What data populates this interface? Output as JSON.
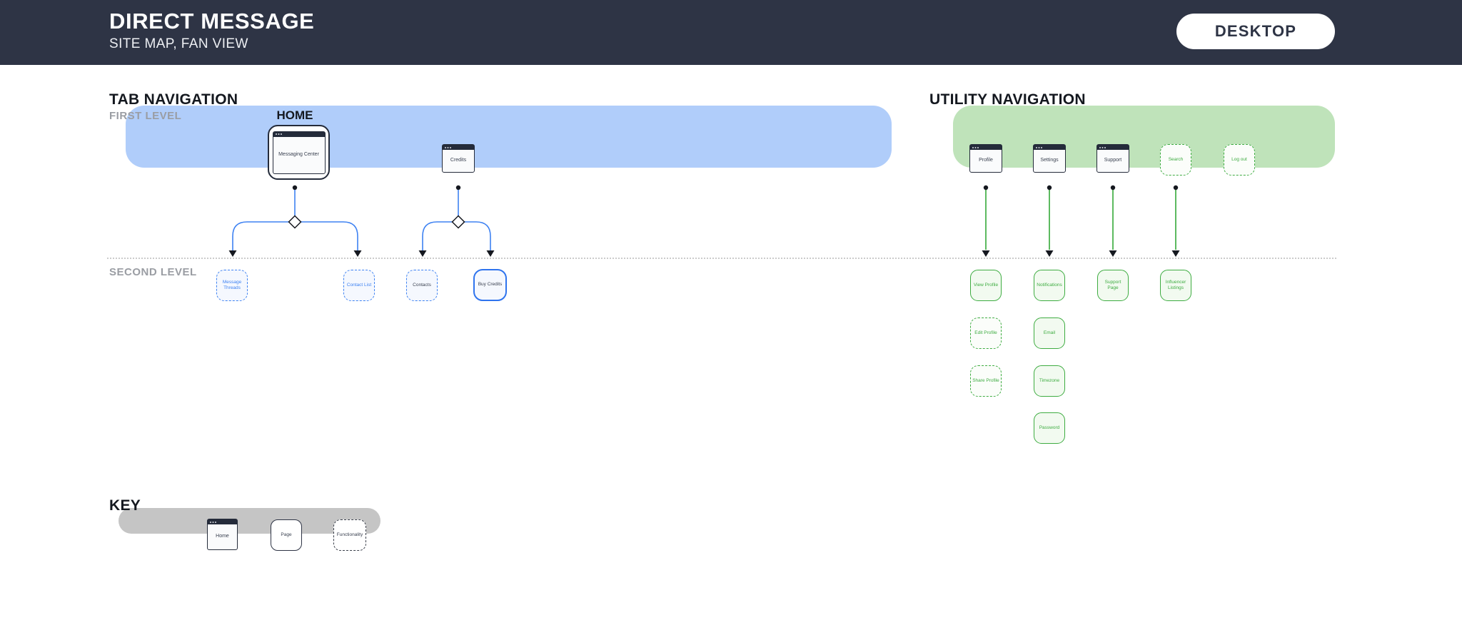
{
  "header": {
    "title": "DIRECT MESSAGE",
    "subtitle": "SITE MAP, FAN VIEW",
    "device_label": "DESKTOP"
  },
  "tab_navigation": {
    "heading": "TAB NAVIGATION",
    "first_level_label": "FIRST LEVEL",
    "second_level_label": "SECOND LEVEL",
    "home_label": "HOME",
    "home_page": "Messaging Center",
    "credits_label": "Credits",
    "second_level": [
      {
        "label": "Message Threads",
        "type": "functionality"
      },
      {
        "label": "Contact List",
        "type": "functionality"
      },
      {
        "label": "Contacts",
        "type": "functionality"
      },
      {
        "label": "Buy Credits",
        "type": "page"
      }
    ]
  },
  "utility_navigation": {
    "heading": "UTILITY NAVIGATION",
    "first_level": [
      {
        "label": "Profile",
        "type": "home"
      },
      {
        "label": "Settings",
        "type": "home"
      },
      {
        "label": "Support",
        "type": "home"
      },
      {
        "label": "Search",
        "type": "functionality"
      },
      {
        "label": "Log out",
        "type": "functionality"
      }
    ],
    "second_level": {
      "profile": [
        {
          "label": "View Profile",
          "type": "page"
        },
        {
          "label": "Edit Profile",
          "type": "functionality"
        },
        {
          "label": "Share Profile",
          "type": "functionality"
        }
      ],
      "settings": [
        {
          "label": "Notifications",
          "type": "page"
        },
        {
          "label": "Email",
          "type": "page"
        },
        {
          "label": "Timezone",
          "type": "page"
        },
        {
          "label": "Password",
          "type": "page"
        }
      ],
      "support": [
        {
          "label": "Support Page",
          "type": "page"
        }
      ],
      "search": [
        {
          "label": "Influencer Listings",
          "type": "page"
        }
      ]
    }
  },
  "key": {
    "heading": "KEY",
    "home": "Home",
    "page": "Page",
    "functionality": "Functionality"
  },
  "colors": {
    "header_bg": "#2E3445",
    "band_blue": "#B0CDFA",
    "band_green": "#BFE3BA",
    "key_gray": "#C5C5C5",
    "accent_blue": "#3E82F2",
    "accent_green": "#3EAC41"
  }
}
